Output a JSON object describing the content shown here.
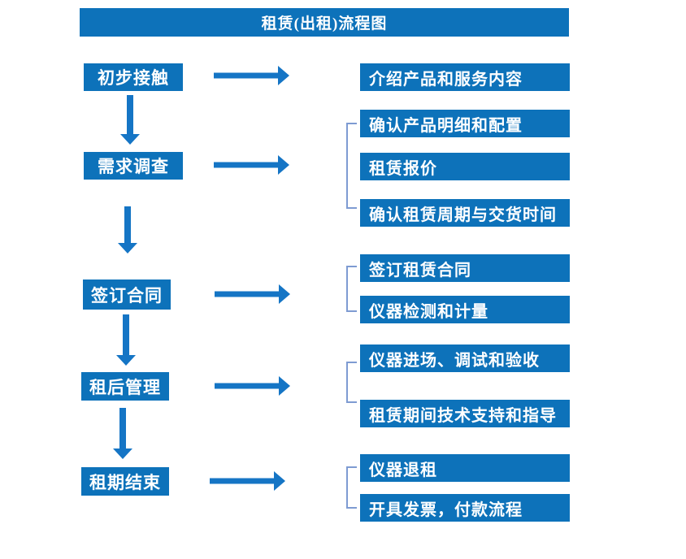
{
  "title": "租赁(出租)流程图",
  "stages": [
    {
      "label": "初步接触",
      "details": [
        "介绍产品和服务内容"
      ]
    },
    {
      "label": "需求调查",
      "details": [
        "确认产品明细和配置",
        "租赁报价",
        "确认租赁周期与交货时间"
      ]
    },
    {
      "label": "签订合同",
      "details": [
        "签订租赁合同",
        "仪器检测和计量"
      ]
    },
    {
      "label": "租后管理",
      "details": [
        "仪器进场、调试和验收",
        "租赁期间技术支持和指导"
      ]
    },
    {
      "label": "租期结束",
      "details": [
        "仪器退租",
        "开具发票，付款流程"
      ]
    }
  ],
  "colors": {
    "box_blue": "#0d72ba",
    "arrow_blue": "#1575c5",
    "bracket_blue": "#7e9bd2",
    "text_white": "#ffffff",
    "page_bg": "#ffffff"
  }
}
